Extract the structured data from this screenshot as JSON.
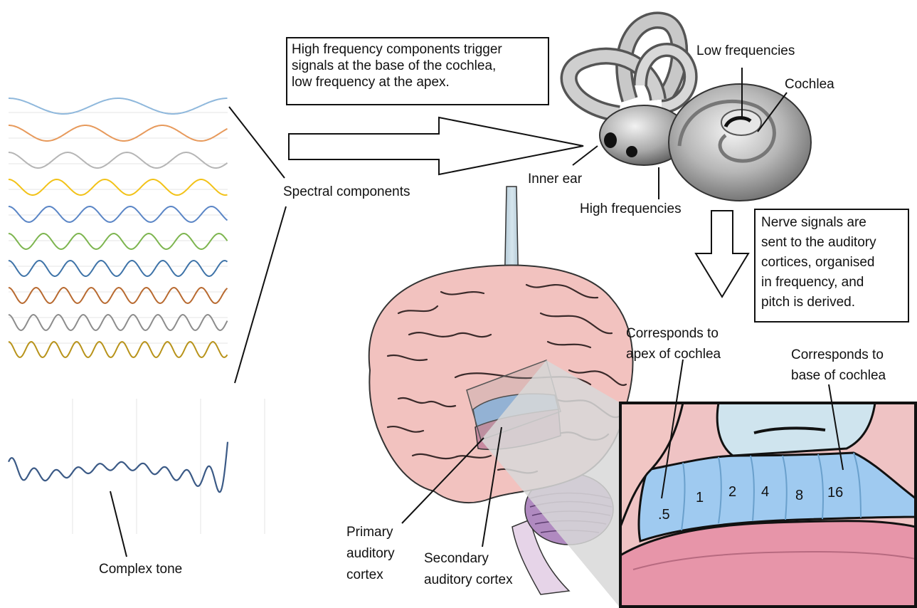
{
  "labels": {
    "spectral_components": "Spectral components",
    "complex_tone": "Complex tone",
    "inner_ear": "Inner ear",
    "low_frequencies": "Low frequencies",
    "cochlea": "Cochlea",
    "high_frequencies": "High frequencies",
    "primary_cortex": [
      "Primary",
      "auditory",
      "cortex"
    ],
    "secondary_cortex": [
      "Secondary",
      "auditory cortex"
    ],
    "apex": [
      "Corresponds to",
      "apex of cochlea"
    ],
    "base": [
      "Corresponds to",
      "base of cochlea"
    ]
  },
  "boxes": {
    "cochlea_note": [
      "High frequency components trigger",
      "signals at the base of the cochlea,",
      "low frequency at the apex."
    ],
    "nerve_note": [
      "Nerve signals are",
      "sent to the auditory",
      "cortices, organised",
      "in frequency, and",
      "pitch is derived."
    ]
  },
  "frequency_bands": [
    ".5",
    "1",
    "2",
    "4",
    "8",
    "16"
  ],
  "wave_colors": [
    "#8fb8dc",
    "#e79a5c",
    "#b5b5b5",
    "#f2c218",
    "#5b86c6",
    "#7db54f",
    "#3e73a8",
    "#b86a30",
    "#8d8d8d",
    "#b8931a"
  ],
  "complex_tone_color": "#3b5a86"
}
